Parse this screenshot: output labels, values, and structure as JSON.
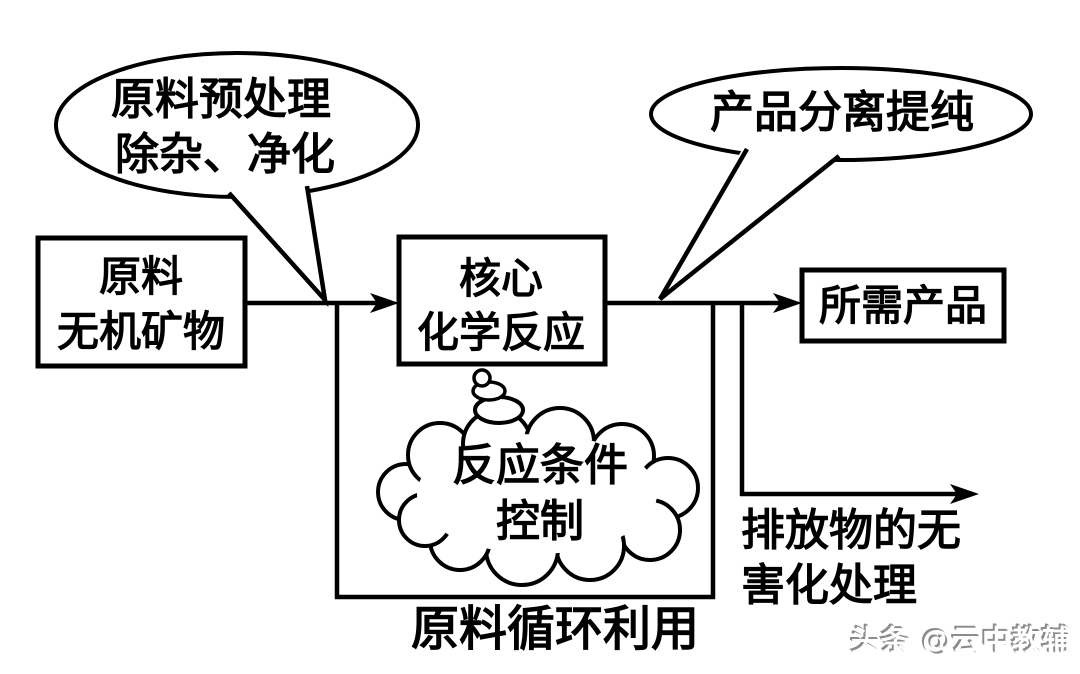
{
  "colors": {
    "stroke": "#000000",
    "background": "#ffffff",
    "watermark_shadow": "#8c8c8c"
  },
  "bubbles": {
    "pretreatment": {
      "line1": "原料预处理",
      "line2": "除杂、净化"
    },
    "separation": {
      "text": "产品分离提纯"
    }
  },
  "boxes": {
    "raw_material": {
      "line1": "原料",
      "line2": "无机矿物"
    },
    "core_reaction": {
      "line1": "核心",
      "line2": "化学反应"
    },
    "product": {
      "text": "所需产品"
    }
  },
  "cloud": {
    "line1": "反应条件",
    "line2": "控制"
  },
  "labels": {
    "emission_line1": "排放物的无",
    "emission_line2": "害化处理",
    "recycle": "原料循环利用"
  },
  "watermark": {
    "text": "头条 @云中教辅"
  }
}
